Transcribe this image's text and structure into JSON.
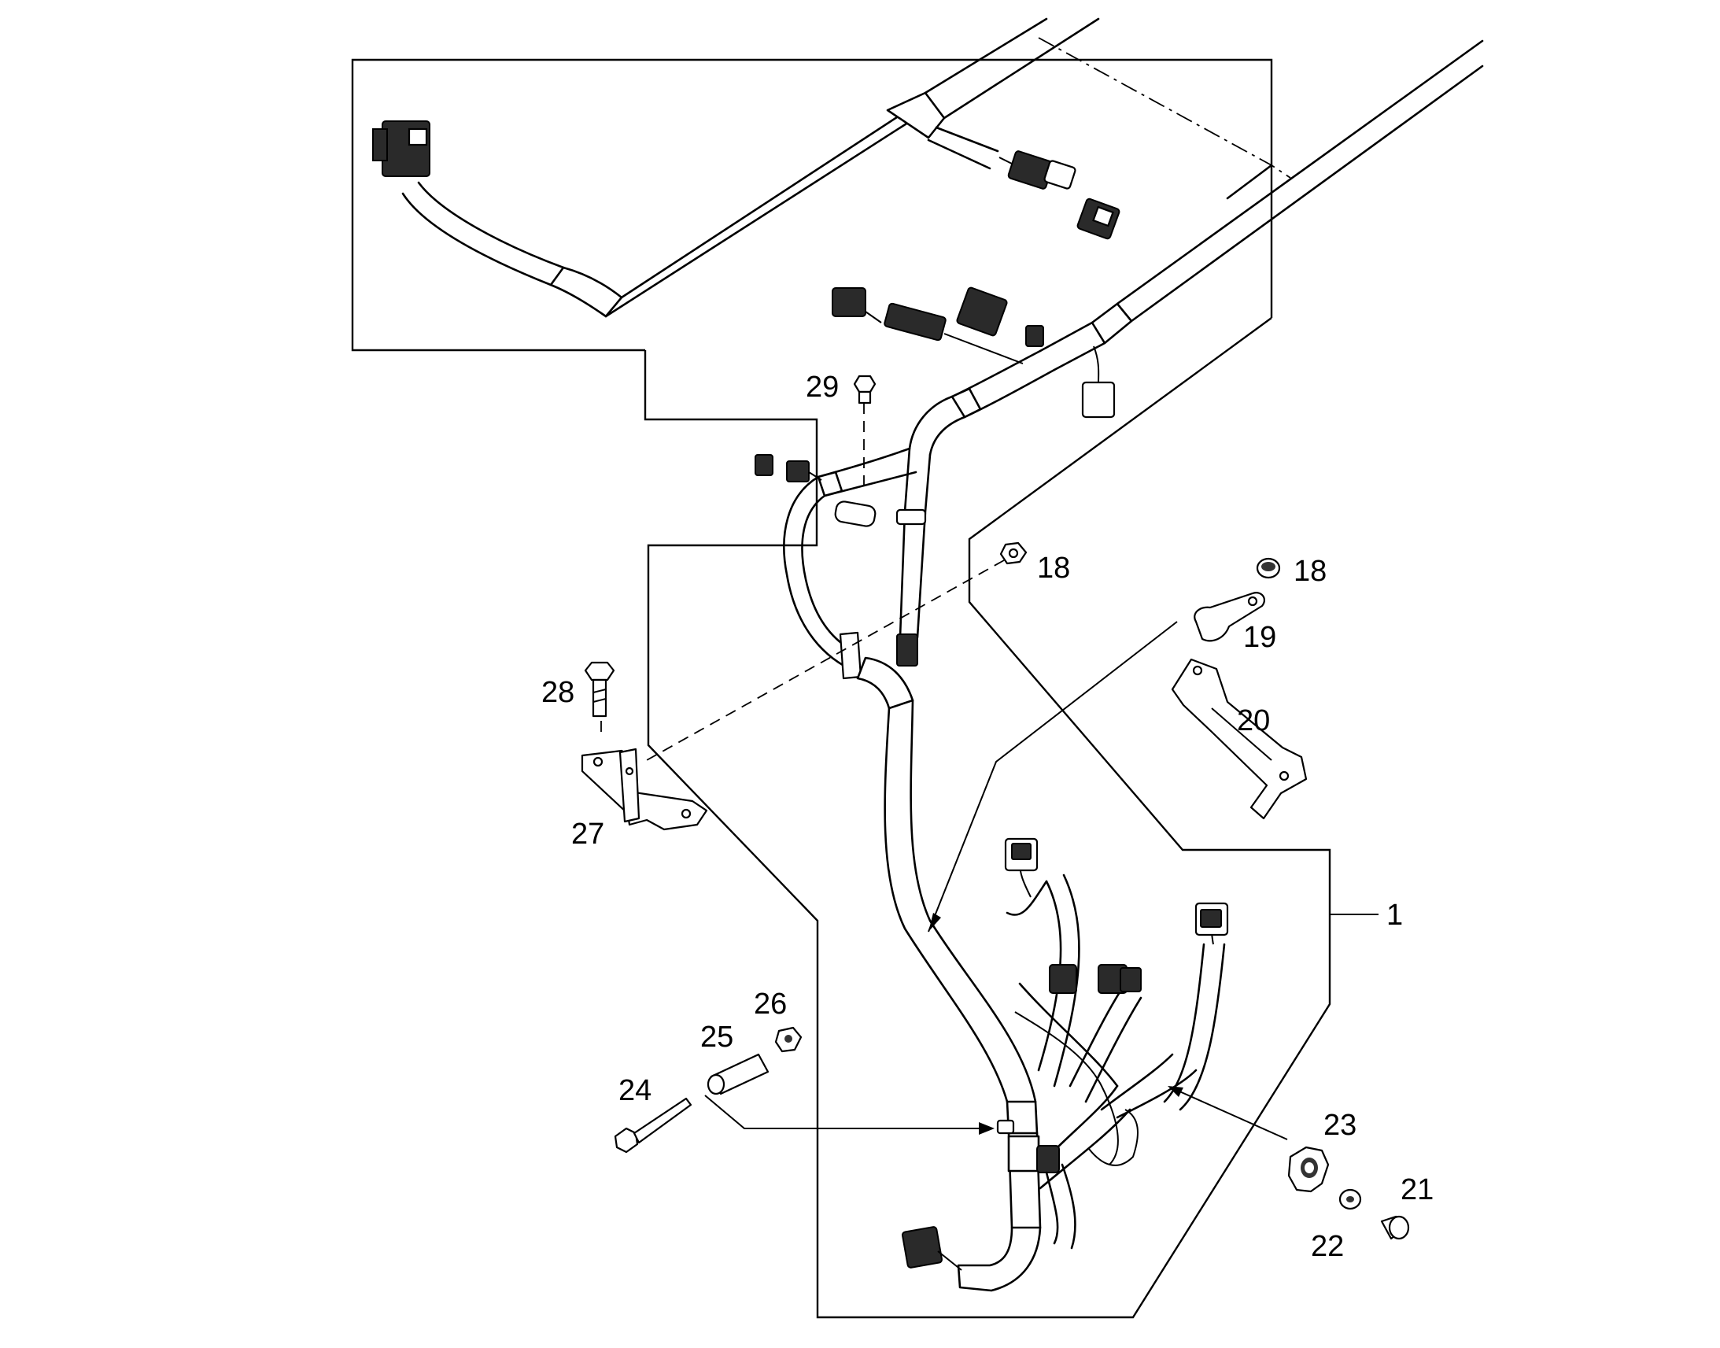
{
  "diagram": {
    "callouts": {
      "p1": "1",
      "p18a": "18",
      "p18b": "18",
      "p19": "19",
      "p20": "20",
      "p21": "21",
      "p22": "22",
      "p23": "23",
      "p24": "24",
      "p25": "25",
      "p26": "26",
      "p27": "27",
      "p28": "28",
      "p29": "29"
    },
    "colors": {
      "line": "#000000",
      "background": "#ffffff",
      "connector": "#2a2a2a"
    }
  }
}
